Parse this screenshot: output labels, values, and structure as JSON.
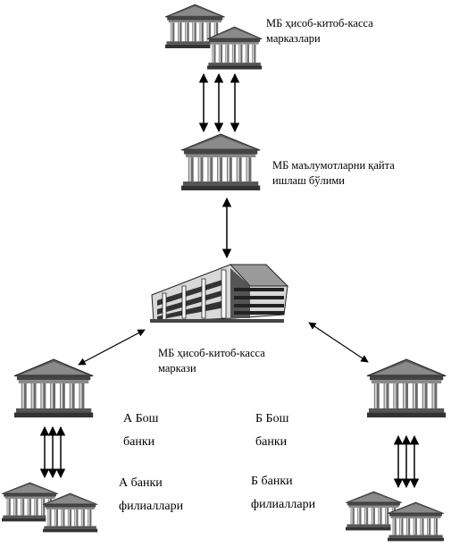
{
  "diagram": {
    "cash_centers": {
      "line1": "МБ ҳисоб-китоб-касса",
      "line2": "марказлари"
    },
    "processing": {
      "line1": "МБ маълумотларни қайта",
      "line2": "ишлаш бўлими"
    },
    "settlement_center": {
      "line1": "МБ ҳисоб-китоб-касса",
      "line2": "маркази"
    },
    "bank_a_head": {
      "line1": "А Бош",
      "line2": "банки"
    },
    "bank_b_head": {
      "line1": "Б Бош",
      "line2": "банки"
    },
    "bank_a_branches": {
      "line1": "А банки",
      "line2": "филиаллари"
    },
    "bank_b_branches": {
      "line1": "Б банки",
      "line2": "филиаллари"
    }
  },
  "icons": {
    "bank_building": "bank-building-icon",
    "central_bank_building": "central-bank-building-icon"
  }
}
